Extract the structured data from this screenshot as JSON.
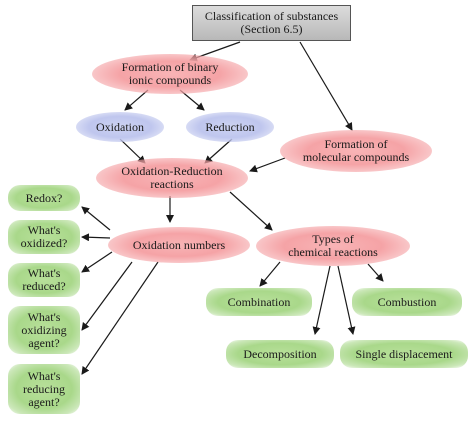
{
  "nodes": {
    "classification": "Classification of substances\n(Section 6.5)",
    "binary_ionic": "Formation of binary\nionic compounds",
    "oxidation": "Oxidation",
    "reduction": "Reduction",
    "molecular": "Formation of\nmolecular compounds",
    "redox_reactions": "Oxidation-Reduction\nreactions",
    "oxidation_numbers": "Oxidation numbers",
    "types": "Types of\nchemical reactions",
    "redox_q": "Redox?",
    "oxidized_q": "What's\noxidized?",
    "reduced_q": "What's\nreduced?",
    "oxidizing_q": "What's\noxidizing\nagent?",
    "reducing_q": "What's\nreducing\nagent?",
    "combination": "Combination",
    "combustion": "Combustion",
    "decomposition": "Decomposition",
    "single_displacement": "Single displacement"
  },
  "colors": {
    "top_box": "#c8c8c8",
    "red_ellipse": "#f5a3a6",
    "blue_ellipse": "#bfc6ee",
    "green_box": "#a9d88a",
    "arrow": "#1a1a1a"
  }
}
